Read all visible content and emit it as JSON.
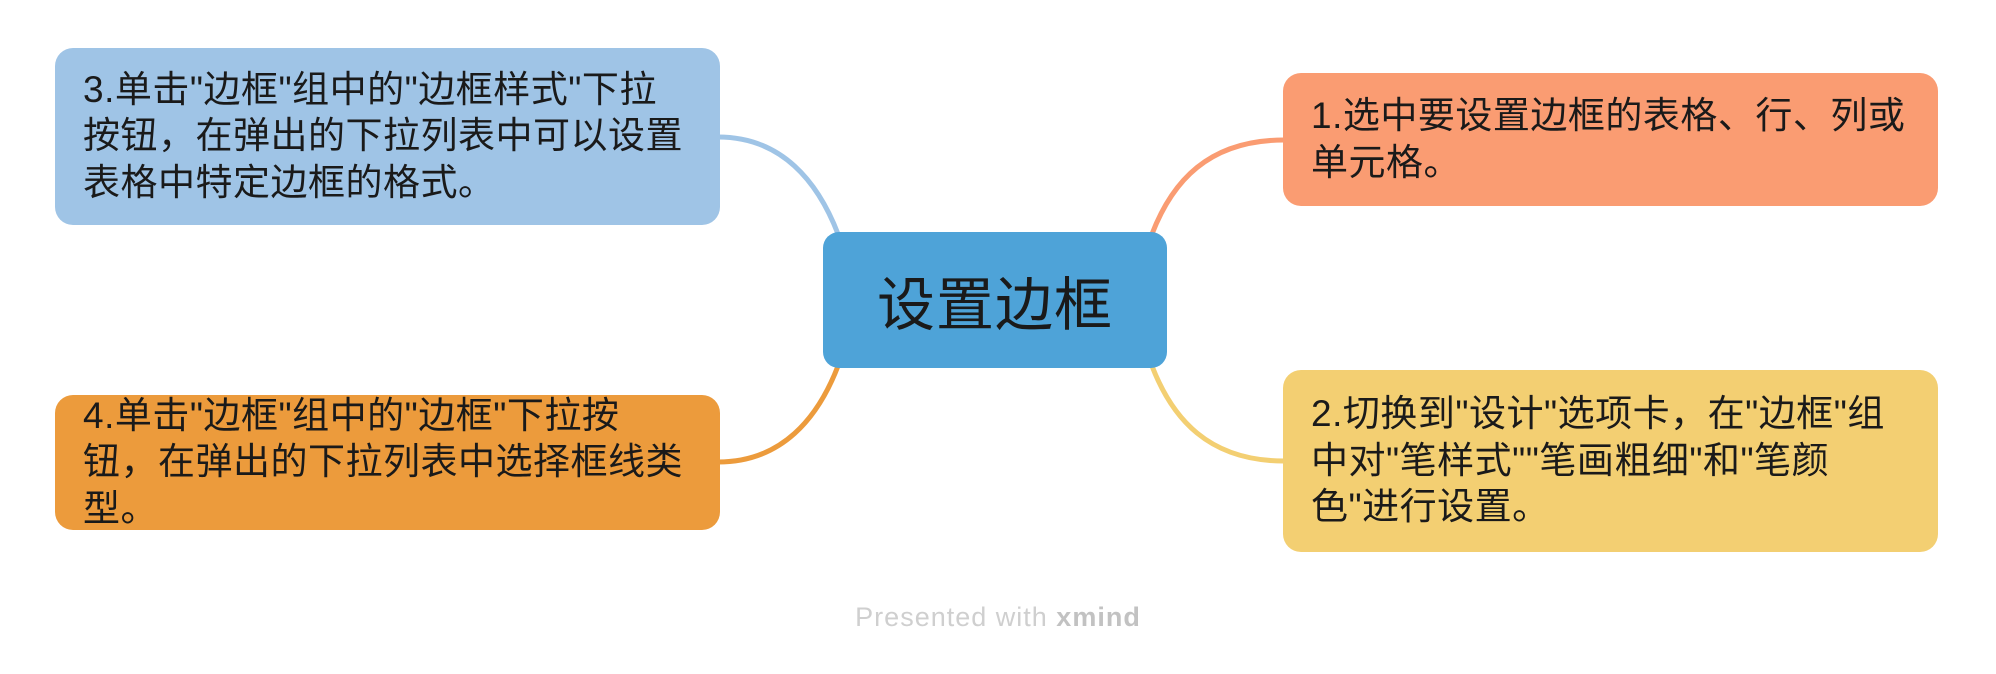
{
  "central_topic": {
    "label": "设置边框",
    "fill": "#4EA3D8",
    "text_color": "#1a1a1a"
  },
  "branches": [
    {
      "name": "step-1",
      "position": "top-right",
      "label": "1.选中要设置边框的表格、行、列或单元格。",
      "fill": "#FA9C72",
      "connector_color": "#FA9C72"
    },
    {
      "name": "step-2",
      "position": "bottom-right",
      "label": "2.切换到\"设计\"选项卡，在\"边框\"组中对\"笔样式\"\"笔画粗细\"和\"笔颜色\"进行设置。",
      "fill": "#F3CF72",
      "connector_color": "#F3CF72"
    },
    {
      "name": "step-3",
      "position": "top-left",
      "label": "3.单击\"边框\"组中的\"边框样式\"下拉按钮，在弹出的下拉列表中可以设置表格中特定边框的格式。",
      "fill": "#9FC4E6",
      "connector_color": "#9FC4E6"
    },
    {
      "name": "step-4",
      "position": "bottom-left",
      "label": "4.单击\"边框\"组中的\"边框\"下拉按钮，在弹出的下拉列表中选择框线类型。",
      "fill": "#EC9B3C",
      "connector_color": "#EC9B3C"
    }
  ],
  "watermark": {
    "prefix": "Presented with",
    "brand": "xmind"
  }
}
